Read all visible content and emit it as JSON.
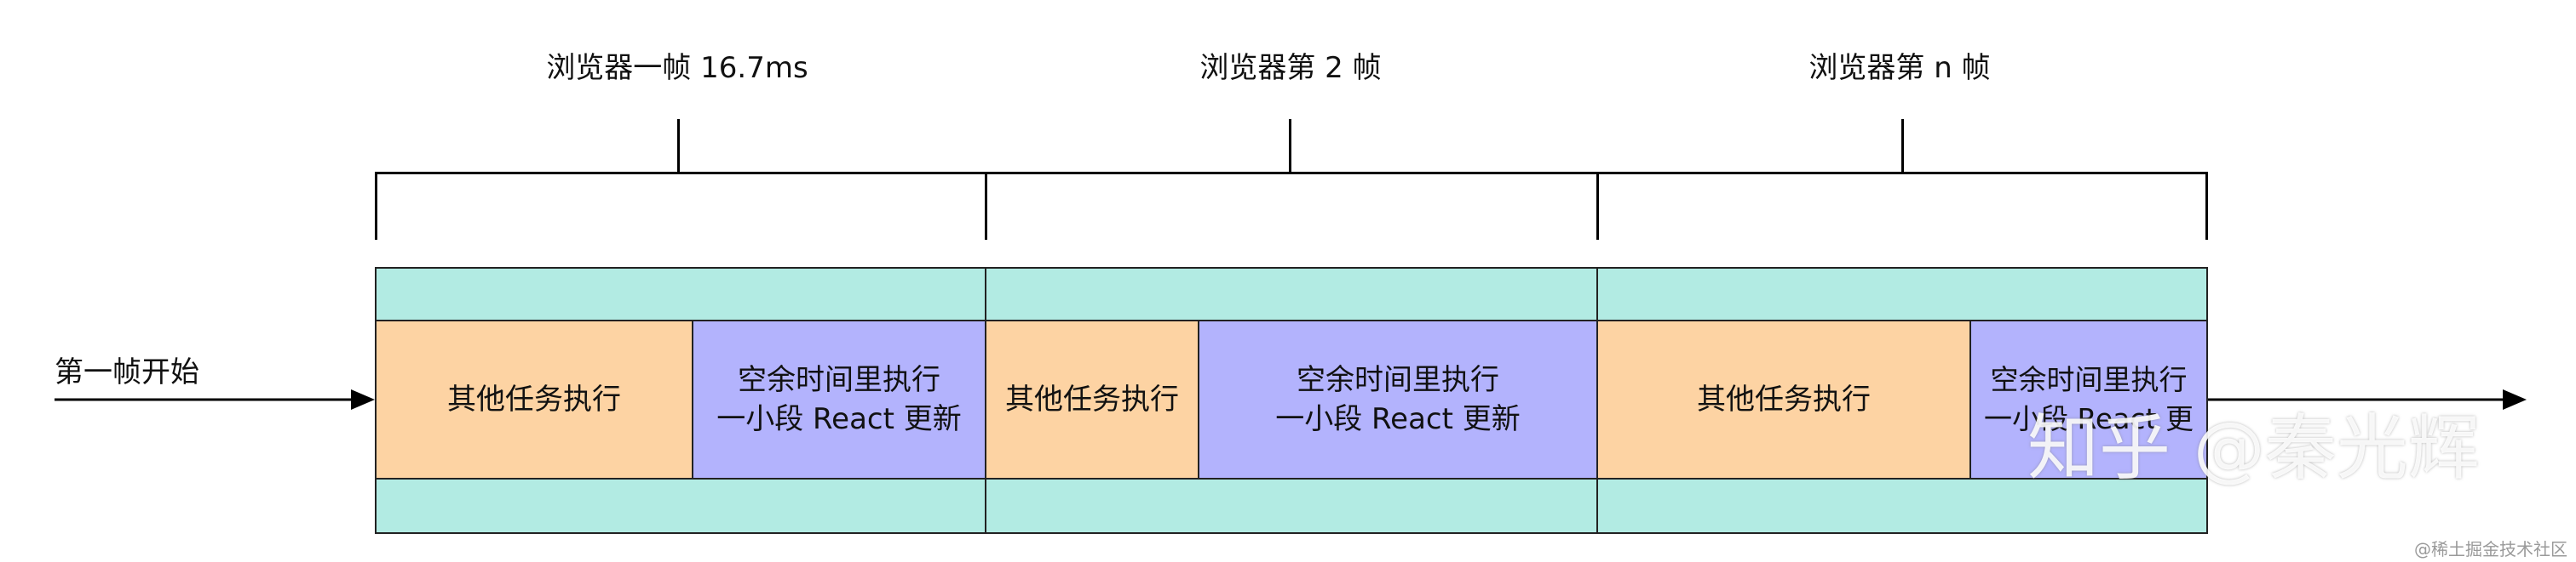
{
  "frames": {
    "frame1": {
      "title": "浏览器一帧 16.7ms",
      "other_task": "其他任务执行",
      "idle_task_line1": "空余时间里执行",
      "idle_task_line2": "一小段 React 更新"
    },
    "frame2": {
      "title": "浏览器第 2 帧",
      "other_task": "其他任务执行",
      "idle_task_line1": "空余时间里执行",
      "idle_task_line2": "一小段 React 更新"
    },
    "frame3": {
      "title": "浏览器第 n 帧",
      "other_task": "其他任务执行",
      "idle_task_line1": "空余时间里执行",
      "idle_task_line2": "一小段 React 更"
    }
  },
  "timeline": {
    "start_label": "第一帧开始"
  },
  "watermark": {
    "text": "知乎 @秦光辉"
  },
  "source": {
    "text": "@稀土掘金技术社区"
  },
  "colors": {
    "teal": "#b2ebe3",
    "orange": "#fdd3a3",
    "lavender": "#b3b3fd"
  }
}
